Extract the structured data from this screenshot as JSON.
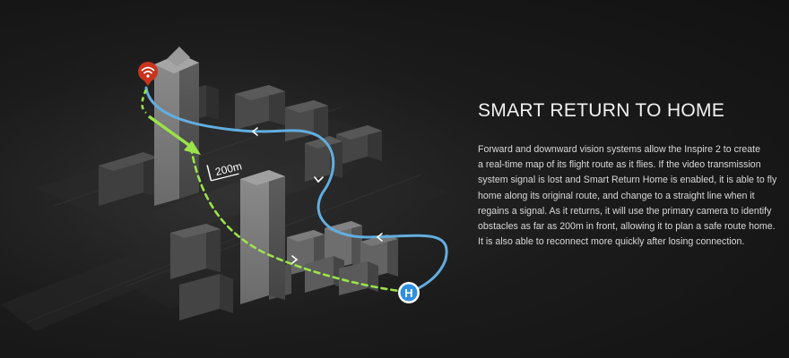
{
  "section": {
    "title": "SMART RETURN TO HOME",
    "body_lines": [
      "Forward and downward vision systems allow the Inspire 2 to create",
      "a real-time map of its flight route as it flies. If the video transmission",
      "system signal is lost and Smart Return Home is enabled, it is able to fly",
      "home along its original route, and change to a straight line when it",
      "regains a signal. As it returns, it will use the primary camera to identify",
      "obstacles as far as 200m in front, allowing it to plan a safe route home.",
      "It is also able to reconnect more quickly after losing connection."
    ]
  },
  "illustration": {
    "distance_label": "200m",
    "home_marker_letter": "H",
    "colors": {
      "original_route": "#62aee0",
      "direct_route": "#9be34a",
      "signal_badge": "#c8341d",
      "home_marker": "#2f8fe0"
    },
    "icons": [
      "wifi-signal-icon",
      "home-marker-icon",
      "route-arrow-icon"
    ]
  }
}
